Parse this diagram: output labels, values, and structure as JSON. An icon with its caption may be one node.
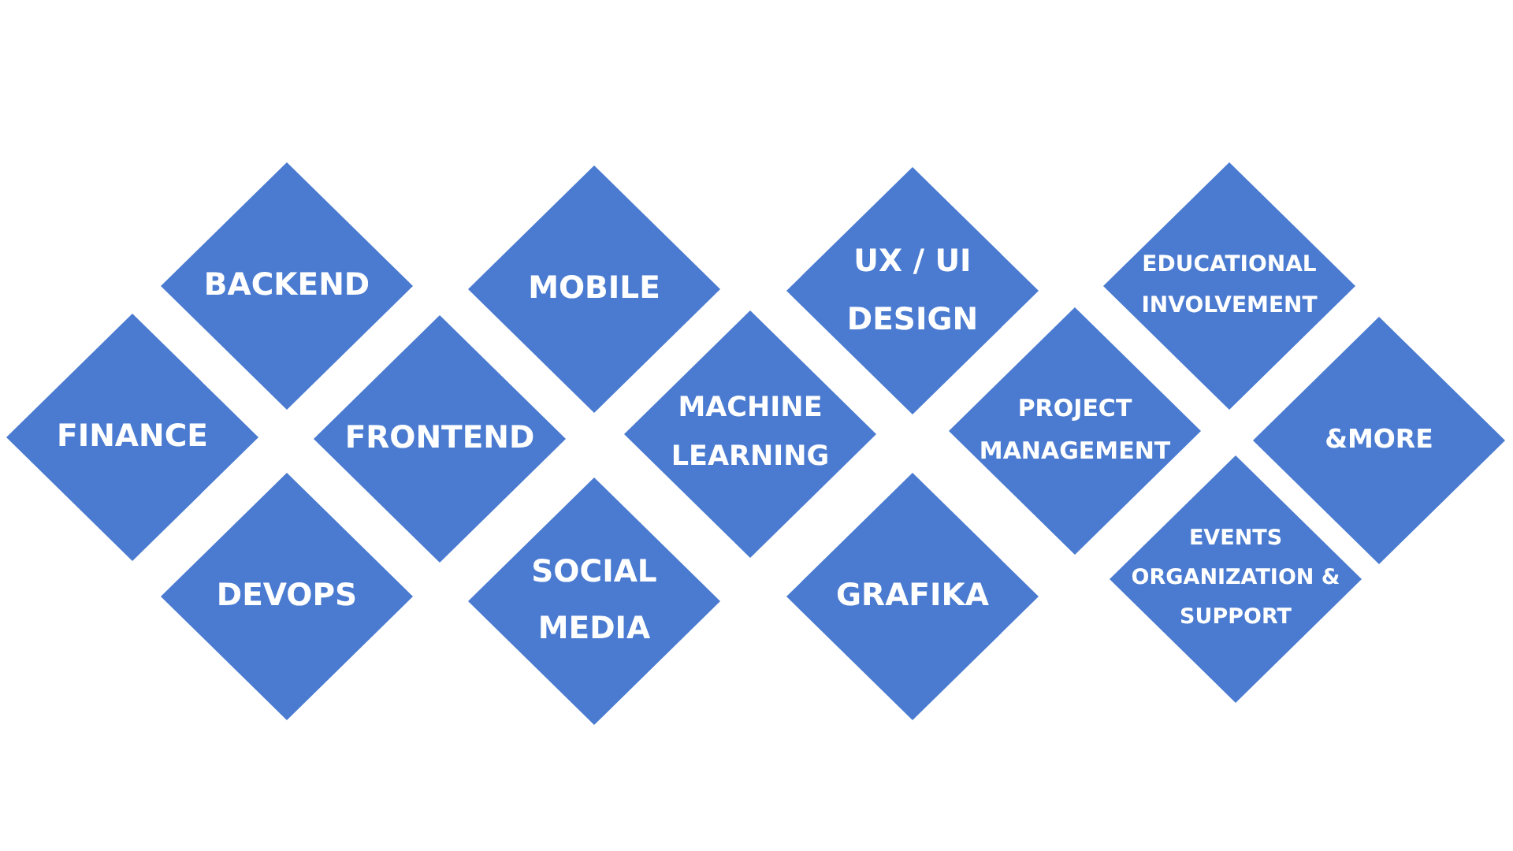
{
  "diagram": {
    "nodes": [
      {
        "text": [
          "BACKEND"
        ]
      },
      {
        "text": [
          "MOBILE"
        ]
      },
      {
        "text": [
          "UX / UI DESIGN"
        ]
      },
      {
        "text": [
          "EDUCATIONAL INVOLVEMENT"
        ]
      },
      {
        "text": [
          "FINANCE"
        ]
      },
      {
        "text": [
          "FRONTEND"
        ]
      },
      {
        "text": [
          "MACHINE LEARNING"
        ]
      },
      {
        "text": [
          "PROJECT MANAGEMENT"
        ]
      },
      {
        "text": [
          "&MORE"
        ]
      },
      {
        "text": [
          "DEVOPS"
        ]
      },
      {
        "text": [
          "SOCIAL MEDIA"
        ]
      },
      {
        "text": [
          "GRAFIKA"
        ]
      },
      {
        "text": [
          "EVENTS ORGANIZATION & SUPPORT"
        ]
      }
    ]
  }
}
